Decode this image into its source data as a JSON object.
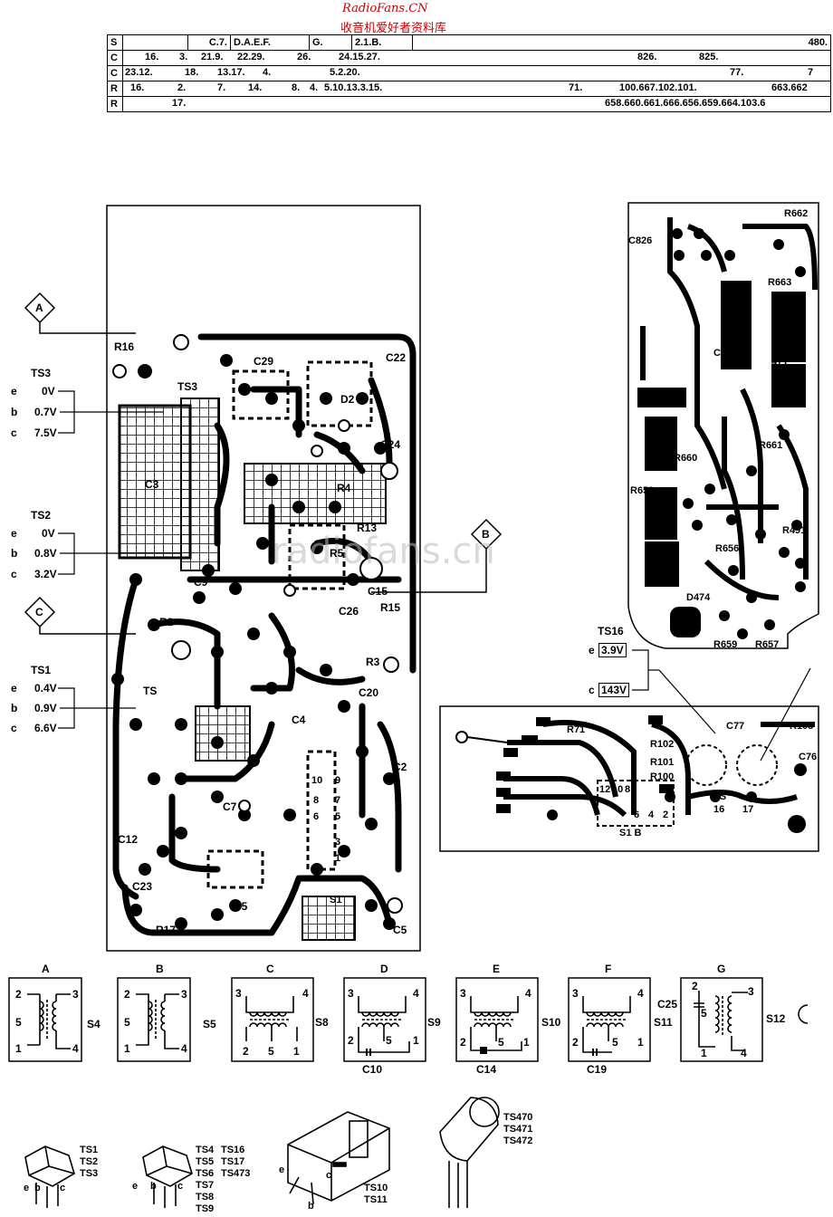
{
  "watermark": {
    "site": "RadioFans.CN",
    "subtitle": "收音机爱好者资料库",
    "center": "radiofans.cn"
  },
  "parts_table": {
    "rows": [
      {
        "key": "S",
        "cells": [
          "",
          "C.7.",
          "D.A.E.F.",
          "G.",
          "2.1.B.",
          "480."
        ]
      },
      {
        "key": "C",
        "cells": [
          "16.",
          "3.",
          "21.9.",
          "22.29.",
          "26.",
          "24.15.27.",
          "826.",
          "825."
        ]
      },
      {
        "key": "C",
        "cells": [
          "23.12.",
          "18.",
          "13.17.",
          "4.",
          "5.2.20.",
          "77.",
          "7"
        ]
      },
      {
        "key": "R",
        "cells": [
          "16.",
          "2.",
          "7.",
          "14.",
          "8.",
          "4.",
          "5.10.13.3.15.",
          "71.",
          "100.667.102.101.",
          "663.662"
        ]
      },
      {
        "key": "R",
        "cells": [
          "17.",
          "658.660.661.666.656.659.664.103.6"
        ]
      }
    ]
  },
  "markers": {
    "a": "A",
    "b": "B",
    "c": "C"
  },
  "ts3": {
    "title": "TS3",
    "e": "e",
    "e_val": "0V",
    "b": "b",
    "b_val": "0.7V",
    "c": "c",
    "c_val": "7.5V"
  },
  "ts2": {
    "title": "TS2",
    "e": "e",
    "e_val": "0V",
    "b": "b",
    "b_val": "0.8V",
    "c": "c",
    "c_val": "3.2V"
  },
  "ts1": {
    "title": "TS1",
    "e": "e",
    "e_val": "0.4V",
    "b": "b",
    "b_val": "0.9V",
    "c": "c",
    "c_val": "6.6V"
  },
  "ts16": {
    "title": "TS16",
    "e": "e",
    "e_val": "3.9V",
    "c": "c",
    "c_val": "143V"
  },
  "main_board_labels": [
    "R16",
    "TS3",
    "C29",
    "C22",
    "G",
    "D2",
    "C24",
    "C3",
    "R4",
    "R13",
    "R5",
    "C9",
    "C15",
    "R2",
    "C26",
    "R15",
    "R3",
    "TS",
    "C20",
    "C4",
    "C2",
    "C12",
    "C23",
    "D5",
    "R17",
    "C5",
    "C7",
    "10",
    "9",
    "8",
    "7",
    "6",
    "5",
    "3",
    "1",
    "S1"
  ],
  "right_board_labels": [
    "R662",
    "C826",
    "R663",
    "C815",
    "471",
    "R",
    "R661",
    "R658",
    "R656",
    "R491",
    "D474",
    "D4",
    "R659",
    "R657",
    "R660"
  ],
  "lower_board_labels": [
    "R71",
    "R102",
    "C77",
    "R103",
    "C76",
    "R101",
    "R100",
    "TS",
    "16",
    "17",
    "S1 B",
    "12",
    "10",
    "8",
    "6",
    "4",
    "2"
  ],
  "transformers": [
    {
      "letter": "A",
      "switch": "S4",
      "pins": [
        "2",
        "3",
        "5",
        "1",
        "4"
      ]
    },
    {
      "letter": "B",
      "switch": "S5",
      "pins": [
        "2",
        "3",
        "5",
        "1",
        "4"
      ]
    },
    {
      "letter": "C",
      "switch": "S8",
      "pins": [
        "3",
        "4",
        "2",
        "5",
        "1"
      ]
    },
    {
      "letter": "D",
      "switch": "S9",
      "pins": [
        "3",
        "4",
        "2",
        "5",
        "1"
      ],
      "cap": "C10"
    },
    {
      "letter": "E",
      "switch": "S10",
      "pins": [
        "3",
        "4",
        "2",
        "5",
        "1"
      ],
      "cap": "C14"
    },
    {
      "letter": "F",
      "switch": "S11",
      "pins": [
        "3",
        "4",
        "2",
        "5",
        "1"
      ],
      "cap": "C19"
    },
    {
      "letter": "G",
      "switch": "S12",
      "pins": [
        "2",
        "3",
        "5",
        "1",
        "4"
      ],
      "cap": "C25"
    }
  ],
  "packages": {
    "p1": {
      "labels": [
        "TS1",
        "TS2",
        "TS3"
      ],
      "pins": [
        "e",
        "b",
        "c"
      ]
    },
    "p2": {
      "labels": [
        "TS4",
        "TS5",
        "TS6",
        "TS7",
        "TS8",
        "TS9"
      ],
      "labels2": [
        "TS16",
        "TS17",
        "TS473"
      ],
      "pins": [
        "e",
        "b",
        "c"
      ]
    },
    "p3": {
      "labels": [
        "TS10",
        "TS11"
      ],
      "pins": [
        "e",
        "b",
        "c"
      ]
    },
    "p4": {
      "labels": [
        "TS470",
        "TS471",
        "TS472"
      ]
    }
  }
}
